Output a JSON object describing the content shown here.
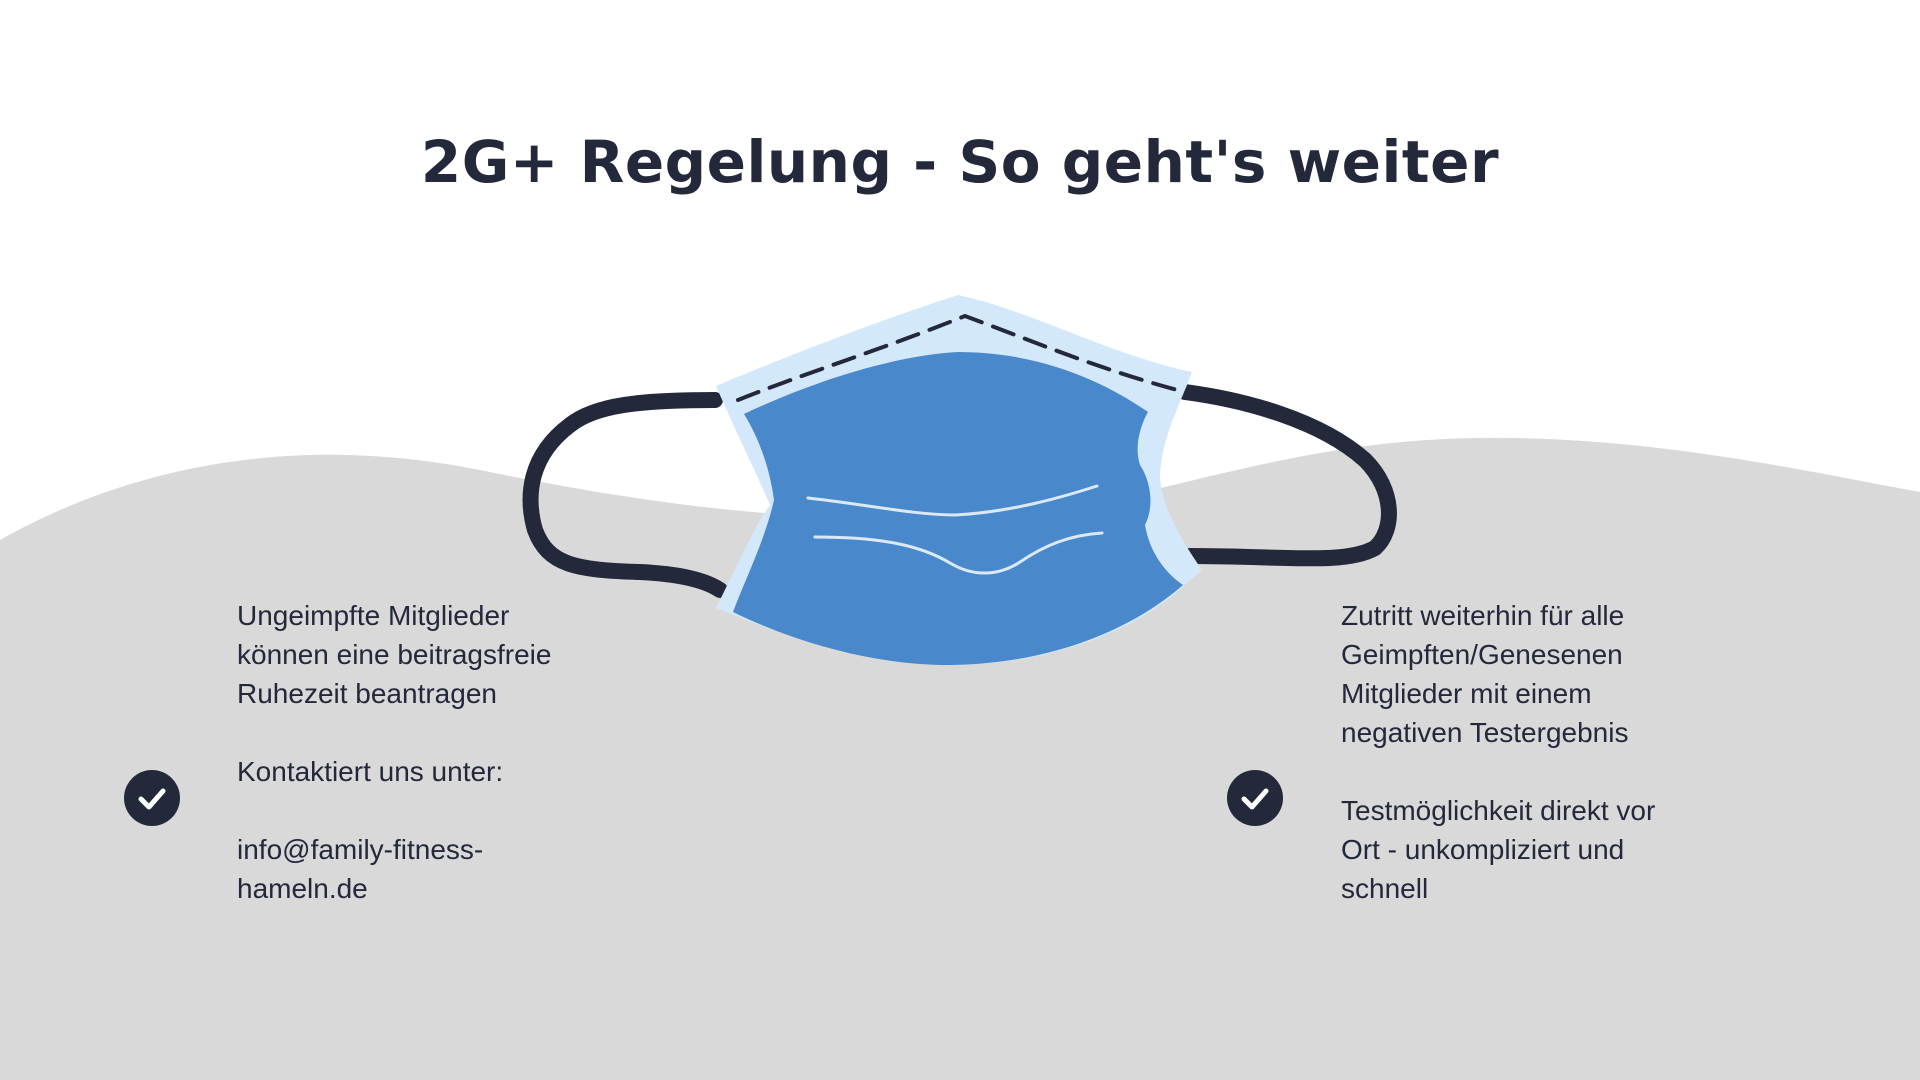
{
  "title": "2G+ Regelung - So geht's weiter",
  "colors": {
    "dark_navy": "#23283a",
    "mask_blue": "#4a88cc",
    "mask_edge": "#d3e8fa",
    "background_wave": "#d9d9d9",
    "white": "#ffffff"
  },
  "icons": {
    "mask": "face-mask-icon",
    "check": "checkmark-icon"
  },
  "left": {
    "line1": "Ungeimpfte Mitglieder",
    "line2": "können eine beitragsfreie",
    "line3": "Ruhezeit beantragen",
    "line4": "Kontaktiert uns unter:",
    "line5": "info@family-fitness-",
    "line6": "hameln.de"
  },
  "right": {
    "line1": "Zutritt weiterhin für alle",
    "line2": "Geimpften/Genesenen",
    "line3": "Mitglieder mit einem",
    "line4": "negativen Testergebnis",
    "line5": "Testmöglichkeit direkt vor",
    "line6": "Ort - unkompliziert und",
    "line7": "schnell"
  }
}
